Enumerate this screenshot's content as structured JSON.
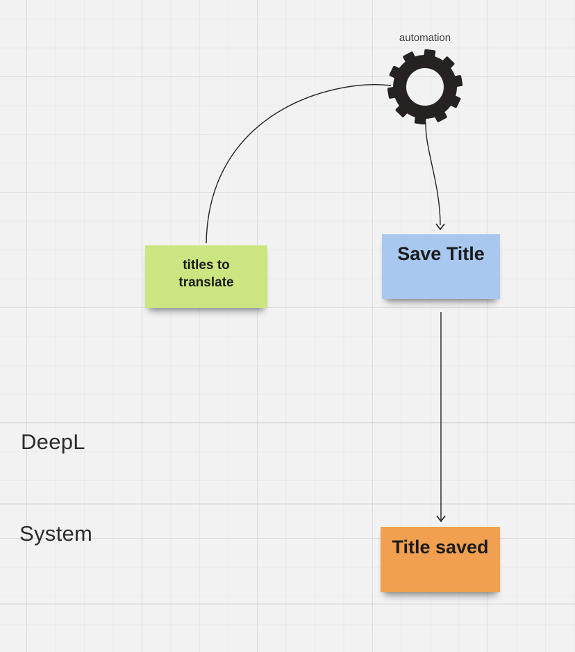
{
  "board": {
    "automation": {
      "label": "automation",
      "icon_color": "#262222"
    },
    "lanes": {
      "deepl_label": "DeepL",
      "system_label": "System"
    },
    "notes": {
      "green": {
        "text": "titles to translate",
        "color": "#cbe580"
      },
      "blue": {
        "text": "Save Title",
        "color": "#a8c8f0"
      },
      "orange": {
        "text": "Title saved",
        "color": "#f0a050"
      }
    },
    "colors": {
      "background": "#f2f2f3",
      "grid_minor": "#e9e9eb",
      "grid_major": "#e2e2e6",
      "lane_divider": "#e3e3e7",
      "connector": "#222222",
      "note_text": "#1b1b1b",
      "label_text": "#2b2b2b"
    }
  }
}
